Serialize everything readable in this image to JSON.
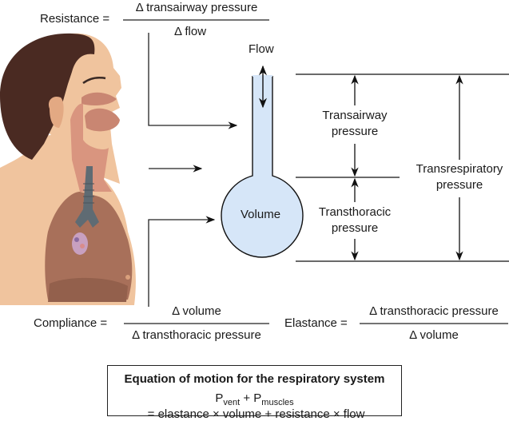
{
  "resistance": {
    "label": "Resistance =",
    "numerator": "Δ transairway pressure",
    "denominator": "Δ flow"
  },
  "compliance": {
    "label": "Compliance =",
    "numerator": "Δ volume",
    "denominator": "Δ transthoracic pressure"
  },
  "elastance": {
    "label": "Elastance =",
    "numerator": "Δ transthoracic pressure",
    "denominator": "Δ volume"
  },
  "model": {
    "flow_label": "Flow",
    "volume_label": "Volume",
    "transairway_label": [
      "Transairway",
      "pressure"
    ],
    "transthoracic_label": [
      "Transthoracic",
      "pressure"
    ],
    "transrespiratory_label": [
      "Transrespiratory",
      "pressure"
    ],
    "fill_color": "#d6e6f8"
  },
  "equation": {
    "title": "Equation of motion for the respiratory system",
    "p1": "P",
    "p1_sub": "vent",
    "plus1": " + ",
    "p2": "P",
    "p2_sub": "muscles",
    "rhs": " = elastance × volume + resistance × flow"
  },
  "illustration": {
    "subject": "human-profile-respiratory-anatomy"
  }
}
